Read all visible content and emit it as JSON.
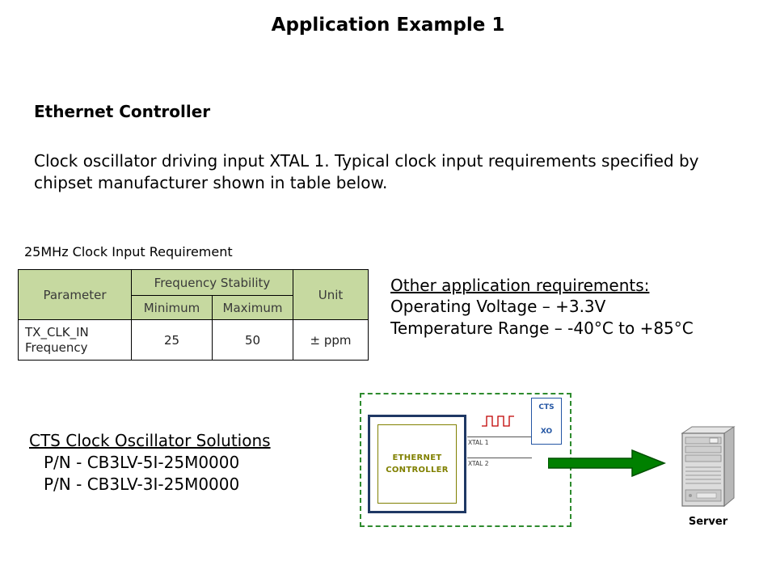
{
  "title": "Application Example 1",
  "intro": {
    "heading": "Ethernet Controller",
    "body": "Clock oscillator driving input XTAL 1. Typical clock input requirements specified by chipset manufacturer shown in table below."
  },
  "table": {
    "caption": "25MHz Clock Input Requirement",
    "header": {
      "parameter": "Parameter",
      "freq_stability": "Frequency Stability",
      "minimum": "Minimum",
      "maximum": "Maximum",
      "unit": "Unit"
    },
    "rows": [
      {
        "parameter": "TX_CLK_IN\nFrequency",
        "minimum": "25",
        "maximum": "50",
        "unit": "± ppm"
      }
    ]
  },
  "requirements": {
    "heading": "Other application requirements:",
    "lines": [
      "Operating Voltage – +3.3V",
      "Temperature Range – -40°C to +85°C"
    ]
  },
  "solutions": {
    "heading": "CTS Clock Oscillator Solutions",
    "lines": [
      "P/N - CB3LV-5I-25M0000",
      "P/N - CB3LV-3I-25M0000"
    ]
  },
  "diagram": {
    "controller_label": "ETHERNET CONTROLLER",
    "xtal1": "XTAL 1",
    "xtal2": "XTAL 2",
    "cts": "CTS",
    "xo": "XO",
    "server_label": "Server"
  },
  "colors": {
    "headerBg": "#c6d9a0",
    "diagramGreen": "#2e8b2e",
    "arrowGreen": "#008000",
    "navy": "#1f3864",
    "olive": "#808000",
    "red": "#c00000",
    "blue": "#2456a4",
    "tableBorder": "#000000"
  }
}
